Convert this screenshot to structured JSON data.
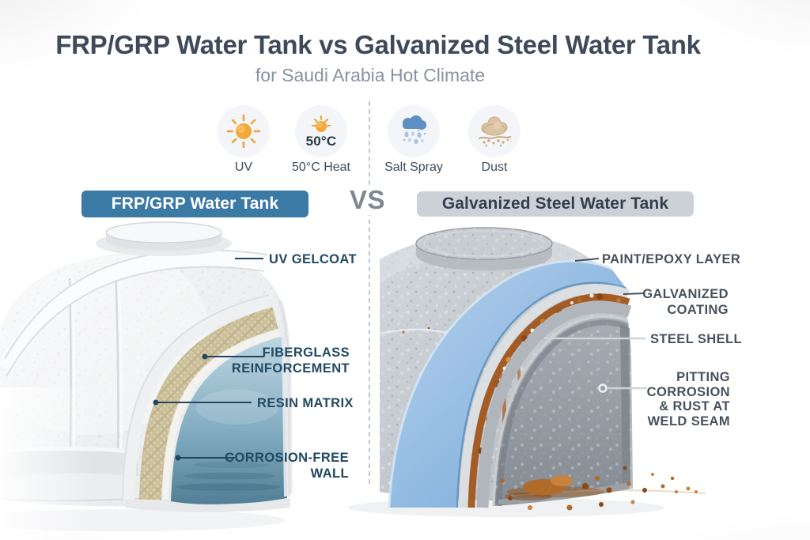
{
  "header": {
    "title": "FRP/GRP Water Tank vs Galvanized Steel Water Tank",
    "subtitle": "for Saudi Arabia Hot Climate"
  },
  "climate_icons": [
    {
      "name": "uv",
      "label": "UV"
    },
    {
      "name": "heat",
      "label": "50°C Heat",
      "value": "50°C"
    },
    {
      "name": "salt-spray",
      "label": "Salt Spray"
    },
    {
      "name": "dust",
      "label": "Dust"
    }
  ],
  "comparison": {
    "left_name": "FRP/GRP Water Tank",
    "vs_label": "VS",
    "right_name": "Galvanized Steel Water Tank"
  },
  "frp_tank": {
    "callouts": [
      {
        "text": "UV GELCOAT"
      },
      {
        "text": "FIBERGLASS\nREINFORCEMENT"
      },
      {
        "text": "RESIN MATRIX"
      },
      {
        "text": "CORROSION-FREE\nWALL"
      }
    ]
  },
  "steel_tank": {
    "callouts": [
      {
        "text": "PAINT/EPOXY LAYER"
      },
      {
        "text": "GALVANIZED\nCOATING"
      },
      {
        "text": "STEEL SHELL"
      },
      {
        "text": "PITTING\nCORROSION\n& RUST AT\nWELD SEAM"
      }
    ]
  },
  "colors": {
    "accent_blue": "#3c7aa6",
    "badge_gray": "#ccd1d8",
    "frp_label_navy": "#214a62",
    "steel_label_slate": "#47515d",
    "rust": "#a2561c",
    "epoxy_band_blue": "#8bb5dc",
    "water_blue": "#7aa5bb",
    "sun_orange": "#f0a73c",
    "cloud_blue": "#5f8fc2",
    "dust_tan": "#dbc2a0"
  }
}
